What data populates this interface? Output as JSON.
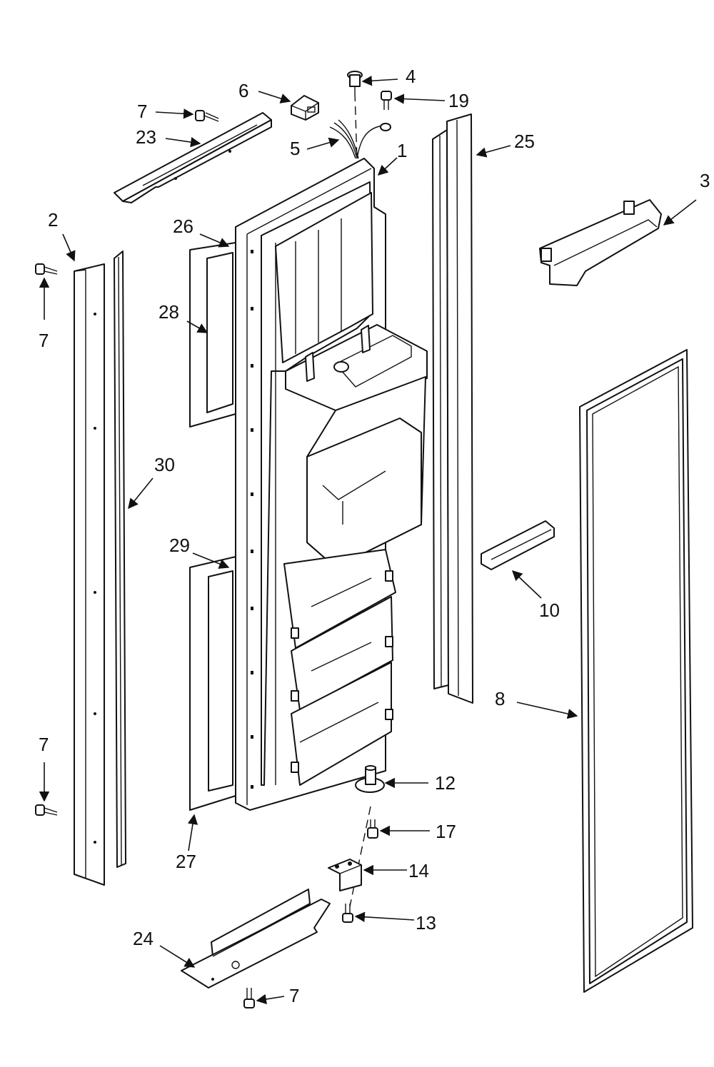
{
  "callouts": [
    {
      "id": "c4",
      "text": "4"
    },
    {
      "id": "c19",
      "text": "19"
    },
    {
      "id": "c6",
      "text": "6"
    },
    {
      "id": "c7a",
      "text": "7"
    },
    {
      "id": "c23",
      "text": "23"
    },
    {
      "id": "c5",
      "text": "5"
    },
    {
      "id": "c1",
      "text": "1"
    },
    {
      "id": "c25",
      "text": "25"
    },
    {
      "id": "c3",
      "text": "3"
    },
    {
      "id": "c2",
      "text": "2"
    },
    {
      "id": "c26",
      "text": "26"
    },
    {
      "id": "c7b",
      "text": "7"
    },
    {
      "id": "c28",
      "text": "28"
    },
    {
      "id": "c30",
      "text": "30"
    },
    {
      "id": "c29",
      "text": "29"
    },
    {
      "id": "c10",
      "text": "10"
    },
    {
      "id": "c8",
      "text": "8"
    },
    {
      "id": "c7c",
      "text": "7"
    },
    {
      "id": "c12",
      "text": "12"
    },
    {
      "id": "c17",
      "text": "17"
    },
    {
      "id": "c27",
      "text": "27"
    },
    {
      "id": "c14",
      "text": "14"
    },
    {
      "id": "c13",
      "text": "13"
    },
    {
      "id": "c24",
      "text": "24"
    },
    {
      "id": "c7d",
      "text": "7"
    }
  ],
  "colors": {
    "line": "#111111",
    "background": "#ffffff"
  }
}
